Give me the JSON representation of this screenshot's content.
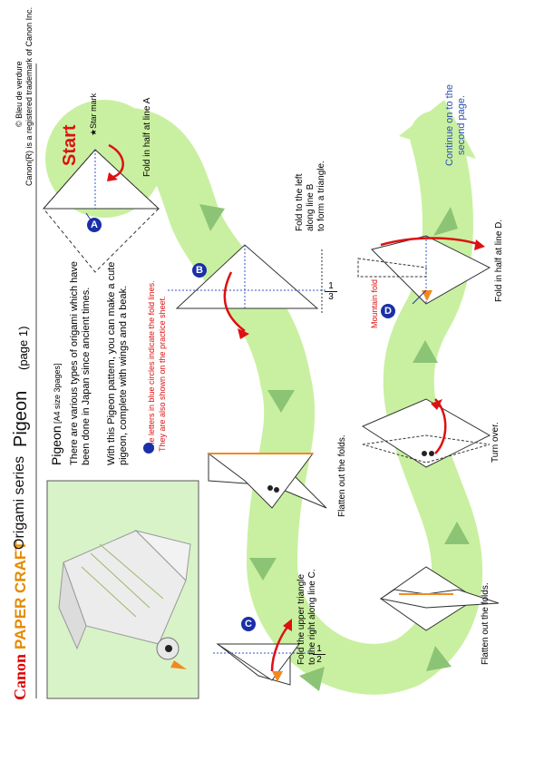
{
  "header": {
    "brand": "Canon",
    "product": "PAPER CRAFT",
    "series": "Origami series",
    "title": "Pigeon",
    "page": "(page 1)"
  },
  "copyright": {
    "line1": "© Bleu de verdure",
    "line2": "Canon(R) is a registered trademark of Canon Inc."
  },
  "intro": {
    "name": "Pigeon",
    "size": "[A4 size 3pages]",
    "p1": "There are various types of origami which have been done in Japan since ancient times.",
    "p2": "With this Pigeon pattern, you can make a cute pigeon, complete with wings and a beak.",
    "note1": "The letters in blue circles indicate the fold lines.",
    "note2": "They are also shown on the practice sheet."
  },
  "start": {
    "label": "Start",
    "star": "★Star mark"
  },
  "steps": {
    "s1": "Fold in half at line A",
    "s2a": "Fold to the left",
    "s2b": "along line B",
    "s2c": "to form a triangle.",
    "s3": "Flatten out the folds.",
    "s4a": "Fold the upper triangle",
    "s4b": "to the right along line C.",
    "s5": "Flatten out the folds.",
    "s6": "Turn over.",
    "s7": "Fold in half at line D.",
    "mountain": "Mountain fold"
  },
  "continue": {
    "text": "Continue on to the second page."
  },
  "fractions": {
    "third_num": "1",
    "third_den": "3",
    "half_num": "1",
    "half_den": "2"
  },
  "markers": {
    "a": "A",
    "b": "B",
    "c": "C",
    "d": "D"
  },
  "colors": {
    "path_green": "#c9f0a0",
    "arrow_green": "#8cc476",
    "canon_red": "#d00000",
    "accent_red": "#dd1111",
    "marker_blue": "#1a2fa8",
    "photo_bg": "#d9f3c9"
  }
}
